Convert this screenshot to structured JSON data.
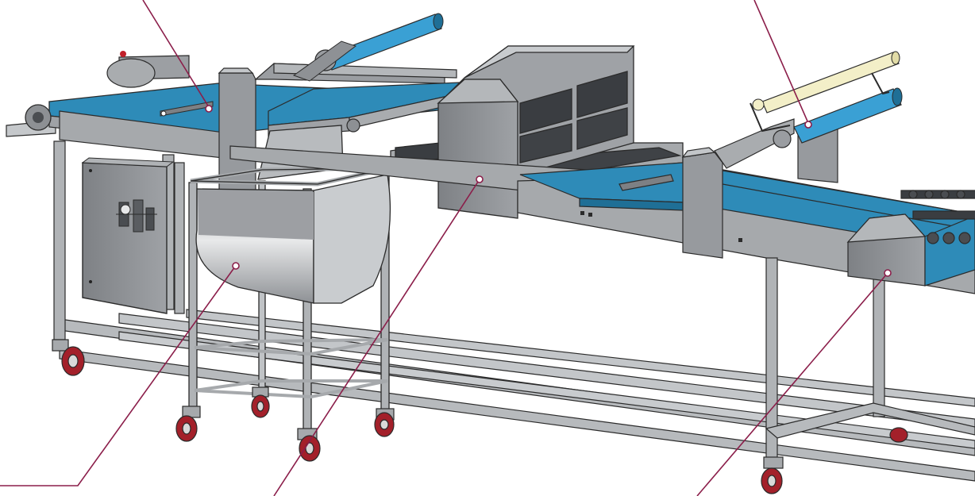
{
  "colors": {
    "belt": "#2e8bb8",
    "belt_dark": "#1f6f96",
    "roller": "#3aa0d4",
    "roller_cream": "#f3efc8",
    "steel": "#a9acaf",
    "steel_dark": "#7d8084",
    "steel_light": "#d3d5d8",
    "panel": "#8f9296",
    "callout": "#8b1e4a",
    "wheel_red": "#a3202a",
    "outline": "#2b2b2b"
  },
  "components": [
    {
      "id": "entry-conveyor",
      "icon": "belt-conveyor-icon"
    },
    {
      "id": "flour-hopper-cart",
      "icon": "hopper-icon"
    },
    {
      "id": "sheeting-head",
      "icon": "roller-head-icon"
    },
    {
      "id": "dough-roller",
      "icon": "roller-icon"
    },
    {
      "id": "cutting-station",
      "icon": "cutter-icon"
    }
  ]
}
